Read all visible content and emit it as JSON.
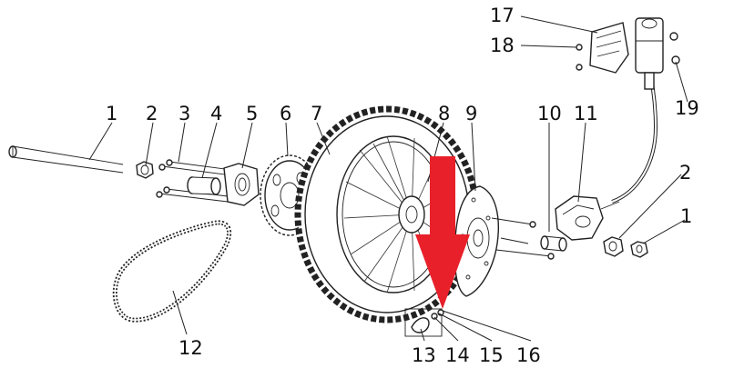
{
  "labels": {
    "l1": "1",
    "l2": "2",
    "l3": "3",
    "l4": "4",
    "l5": "5",
    "l6": "6",
    "l7": "7",
    "l8": "8",
    "l9": "9",
    "l10": "10",
    "l11": "11",
    "l12": "12",
    "l13": "13",
    "l14": "14",
    "l15": "15",
    "l16": "16",
    "l17": "17",
    "l18": "18",
    "l19": "19",
    "l1b": "1",
    "l2b": "2"
  },
  "colors": {
    "line": "#222222",
    "arrow": "#e8202a"
  }
}
